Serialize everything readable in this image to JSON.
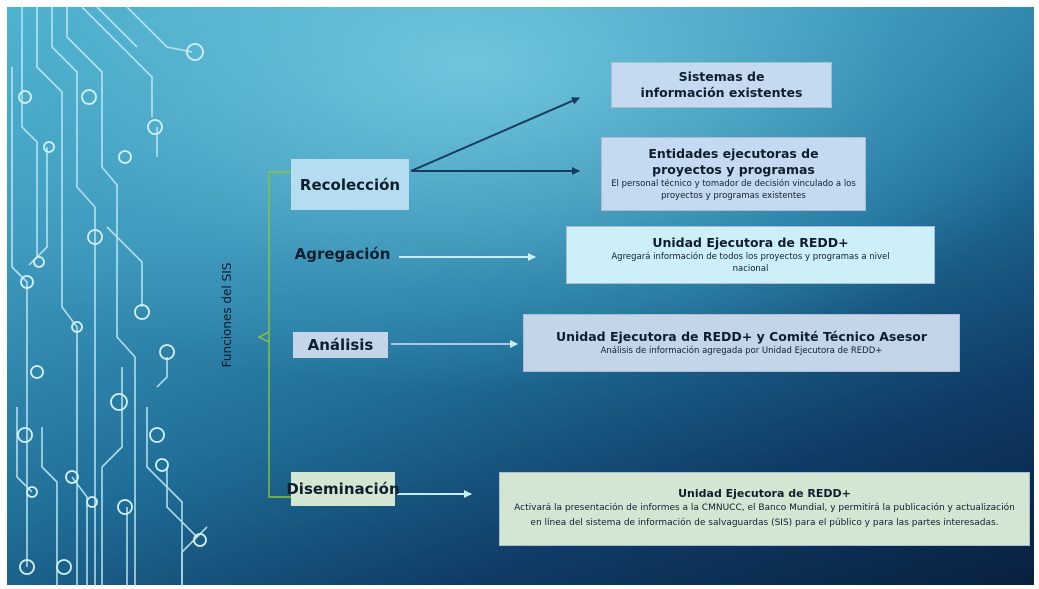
{
  "side_label": "Funciones del SIS",
  "functions": {
    "recoleccion": "Recolección",
    "agregacion": "Agregación",
    "analisis": "Análisis",
    "diseminacion": "Diseminación"
  },
  "boxes": {
    "sistemas": {
      "title": "Sistemas de información existentes"
    },
    "entidades": {
      "title": "Entidades ejecutoras de proyectos y programas",
      "desc": "El personal técnico y tomador de decisión vinculado a los proyectos y programas existentes"
    },
    "unidad_agregacion": {
      "title": "Unidad Ejecutora de REDD+",
      "desc": "Agregará información de todos los proyectos y programas a nivel nacional"
    },
    "unidad_analisis": {
      "title": "Unidad Ejecutora de REDD+ y Comité Técnico Asesor",
      "desc": "Análisis de información agregada por Unidad Ejecutora de REDD+"
    },
    "unidad_diseminacion": {
      "title": "Unidad Ejecutora de REDD+",
      "desc": "Activará la presentación de informes a la CMNUCC, el Banco Mundial, y permitirá la publicación y actualización en línea del sistema de información de salvaguardas (SIS) para el público y para las partes interesadas."
    }
  },
  "colors": {
    "recoleccion_box": "#c5daf0",
    "agregacion_box": "#cdeff7",
    "analisis_box": "#c4d5ea",
    "diseminacion_box": "#d3e6d2",
    "bracket": "#8cc43c"
  }
}
